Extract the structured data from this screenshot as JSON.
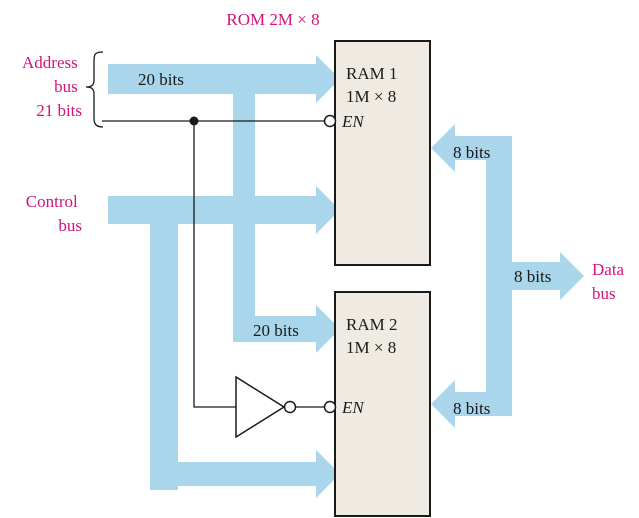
{
  "title": "ROM 2M × 8",
  "colors": {
    "accent_text": "#d4147a",
    "bus_fill": "#a9d6ea",
    "chip_fill": "#efebe3",
    "line": "#1a1a1a"
  },
  "inputs": {
    "address_bus": [
      "Address",
      "bus",
      "21 bits"
    ],
    "control_bus": [
      "Control",
      "bus"
    ]
  },
  "output": {
    "data_bus": [
      "Data",
      "bus"
    ]
  },
  "chips": [
    {
      "name": "RAM 1",
      "size": "1M × 8",
      "enable": "EN"
    },
    {
      "name": "RAM 2",
      "size": "1M × 8",
      "enable": "EN"
    }
  ],
  "bus_widths": {
    "address_top": "20 bits",
    "address_bottom": "20 bits",
    "data_top": "8 bits",
    "data_bottom": "8 bits",
    "data_out": "8 bits"
  }
}
